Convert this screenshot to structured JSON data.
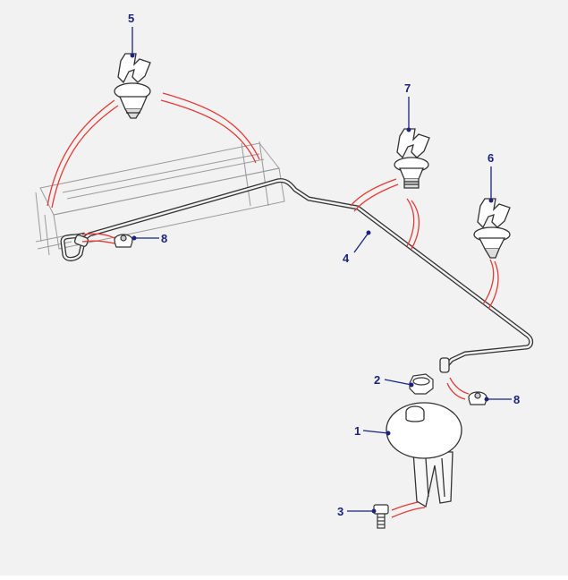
{
  "diagram": {
    "callouts": [
      {
        "id": "c5",
        "label": "5",
        "part": "clip-top"
      },
      {
        "id": "c7",
        "label": "7",
        "part": "clip-middle"
      },
      {
        "id": "c6",
        "label": "6",
        "part": "clip-right"
      },
      {
        "id": "c4",
        "label": "4",
        "part": "hose-pipe"
      },
      {
        "id": "c8a",
        "label": "8",
        "part": "hose-clamp-left"
      },
      {
        "id": "c2",
        "label": "2",
        "part": "reservoir-cap"
      },
      {
        "id": "c8b",
        "label": "8",
        "part": "hose-clamp-right"
      },
      {
        "id": "c1",
        "label": "1",
        "part": "expansion-tank"
      },
      {
        "id": "c3",
        "label": "3",
        "part": "bolt"
      }
    ],
    "colors": {
      "callout_text": "#1a237e",
      "leader_line": "#1a237e",
      "red_lines": "#e53935",
      "part_stroke": "#333333",
      "background": "#f2f2f2"
    }
  }
}
